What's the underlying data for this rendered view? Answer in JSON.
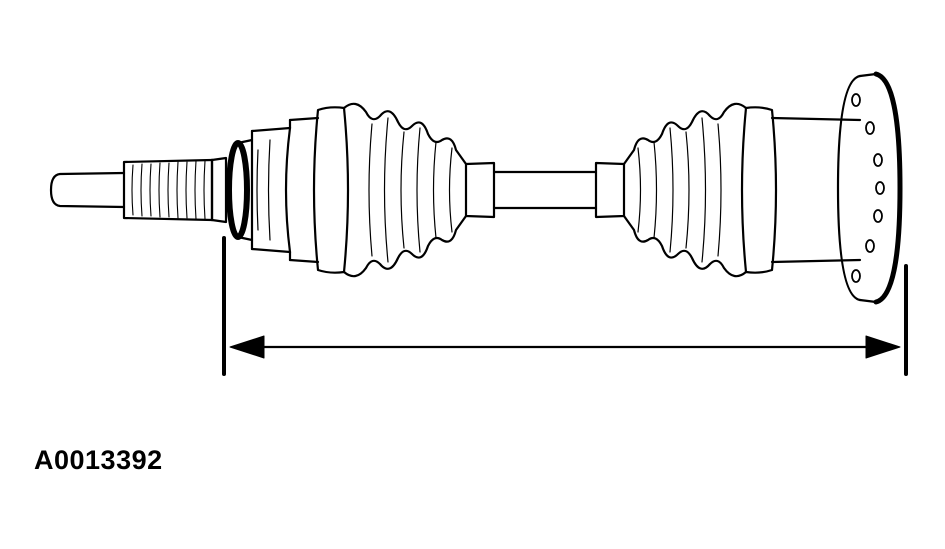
{
  "figure": {
    "id_label": "A0013392"
  },
  "colors": {
    "ink": "#000000",
    "paper": "#ffffff"
  },
  "parts": {
    "stub_shaft": "stub-shaft",
    "splines": "splined-section",
    "inner_cv_boot": "inner-cv-boot",
    "interconnecting_shaft": "interconnecting-shaft",
    "outer_cv_boot": "outer-cv-boot",
    "flange": "output-flange",
    "length_dimension": "overall-length-dimension"
  }
}
